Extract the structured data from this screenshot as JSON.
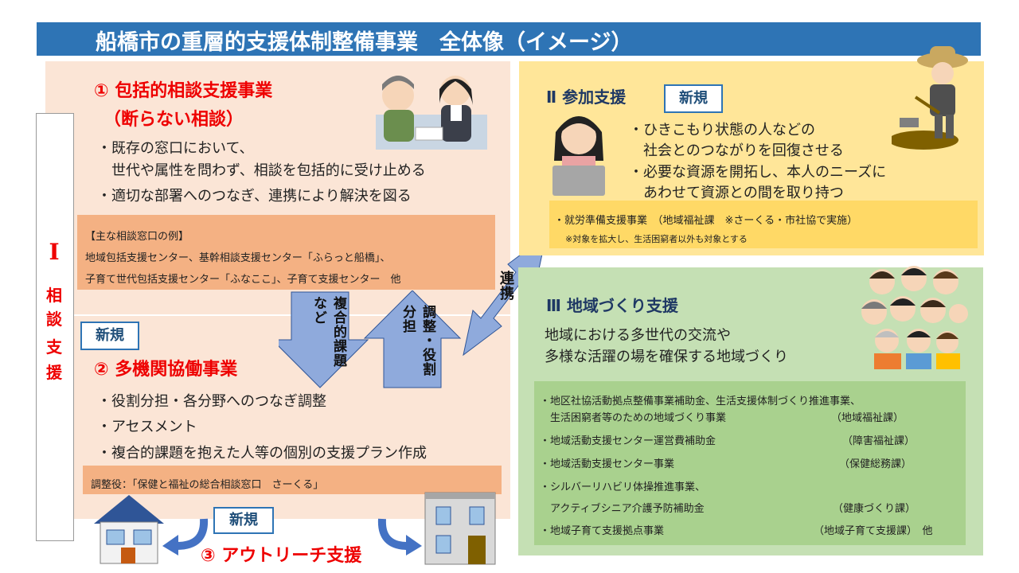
{
  "title": "船橋市の重層的支援体制整備事業　全体像（イメージ）",
  "side": {
    "roman": "Ⅰ",
    "chars": [
      "相",
      "談",
      "支",
      "援"
    ]
  },
  "section1": {
    "heading1": "① 包括的相談支援事業",
    "heading2": "（断らない相談）",
    "bullets": [
      "・既存の窓口において、",
      "　世代や属性を問わず、相談を包括的に受け止める",
      "・適切な部署へのつなぎ、連携により解決を図る"
    ],
    "box_title": "【主な相談窓口の例】",
    "box_lines": [
      "地域包括支援センター、基幹相談支援センター「ふらっと船橋」、",
      "子育て世代包括支援センター「ふなここ」、子育て支援センター　他"
    ]
  },
  "arrows": {
    "down_label": "複合的課題など",
    "up_label": "調整・役割分担",
    "diag_label": "連携"
  },
  "section2": {
    "new_badge": "新規",
    "heading": "② 多機関協働事業",
    "bullets": [
      "・役割分担・各分野へのつなぎ調整",
      "・アセスメント",
      "・複合的課題を抱えた人等の個別の支援プラン作成"
    ],
    "box_text": "調整役：「保健と福祉の総合相談窓口　さーくる」"
  },
  "section3": {
    "new_badge": "新規",
    "heading": "③ アウトリーチ支援"
  },
  "sectionII": {
    "heading": "Ⅱ 参加支援",
    "new_badge": "新規",
    "bullets": [
      "・ひきこもり状態の人などの",
      "　社会とのつながりを回復させる",
      "・必要な資源を開拓し、本人のニーズに",
      "　あわせて資源との間を取り持つ"
    ],
    "box_line1": "・就労準備支援事業　（地域福祉課　※さーくる・市社協で実施）",
    "box_line2": "※対象を拡大し、生活困窮者以外も対象とする"
  },
  "sectionIII": {
    "heading": "Ⅲ 地域づくり支援",
    "lines": [
      "地域における多世代の交流や",
      "多様な活躍の場を確保する地域づくり"
    ],
    "items": [
      {
        "text": "・地区社協活動拠点整備事業補助金、生活支援体制づくり推進事業、",
        "dept": ""
      },
      {
        "text": "　生活困窮者等のための地域づくり事業",
        "dept": "（地域福祉課）"
      },
      {
        "text": "・地域活動支援センター運営費補助金",
        "dept": "（障害福祉課）"
      },
      {
        "text": "・地域活動支援センター事業",
        "dept": "（保健総務課）"
      },
      {
        "text": "・シルバーリハビリ体操推進事業、",
        "dept": ""
      },
      {
        "text": "　アクティブシニア介護予防補助金",
        "dept": "（健康づくり課）"
      },
      {
        "text": "・地域子育て支援拠点事業",
        "dept": "（地域子育て支援課）　他"
      }
    ]
  },
  "colors": {
    "title_bar": "#2e74b5",
    "red_heading": "#e00000",
    "peach": "#fbe5d6",
    "orange": "#f4b183",
    "yellow": "#ffe699",
    "green": "#c5e0b4",
    "arrow_blue": "#8faadc"
  }
}
